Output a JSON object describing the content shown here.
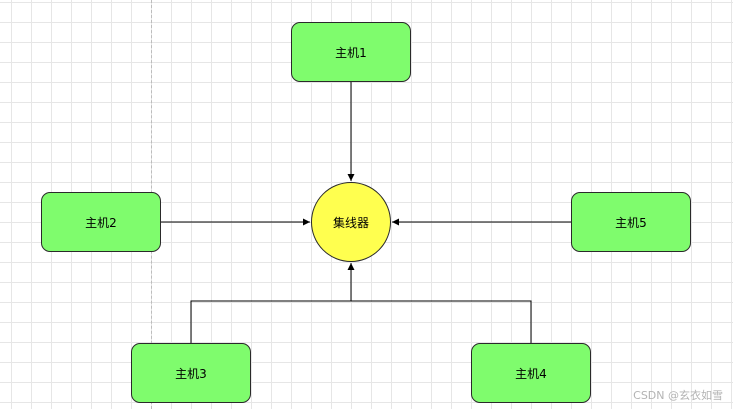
{
  "diagram": {
    "hub": {
      "label": "集线器"
    },
    "hosts": [
      {
        "label": "主机1"
      },
      {
        "label": "主机2"
      },
      {
        "label": "主机3"
      },
      {
        "label": "主机4"
      },
      {
        "label": "主机5"
      }
    ],
    "colors": {
      "host_fill": "#7ffc6d",
      "hub_fill": "#ffff4f",
      "stroke": "#2a2a2a"
    }
  },
  "watermark": "CSDN @玄衣如雪"
}
